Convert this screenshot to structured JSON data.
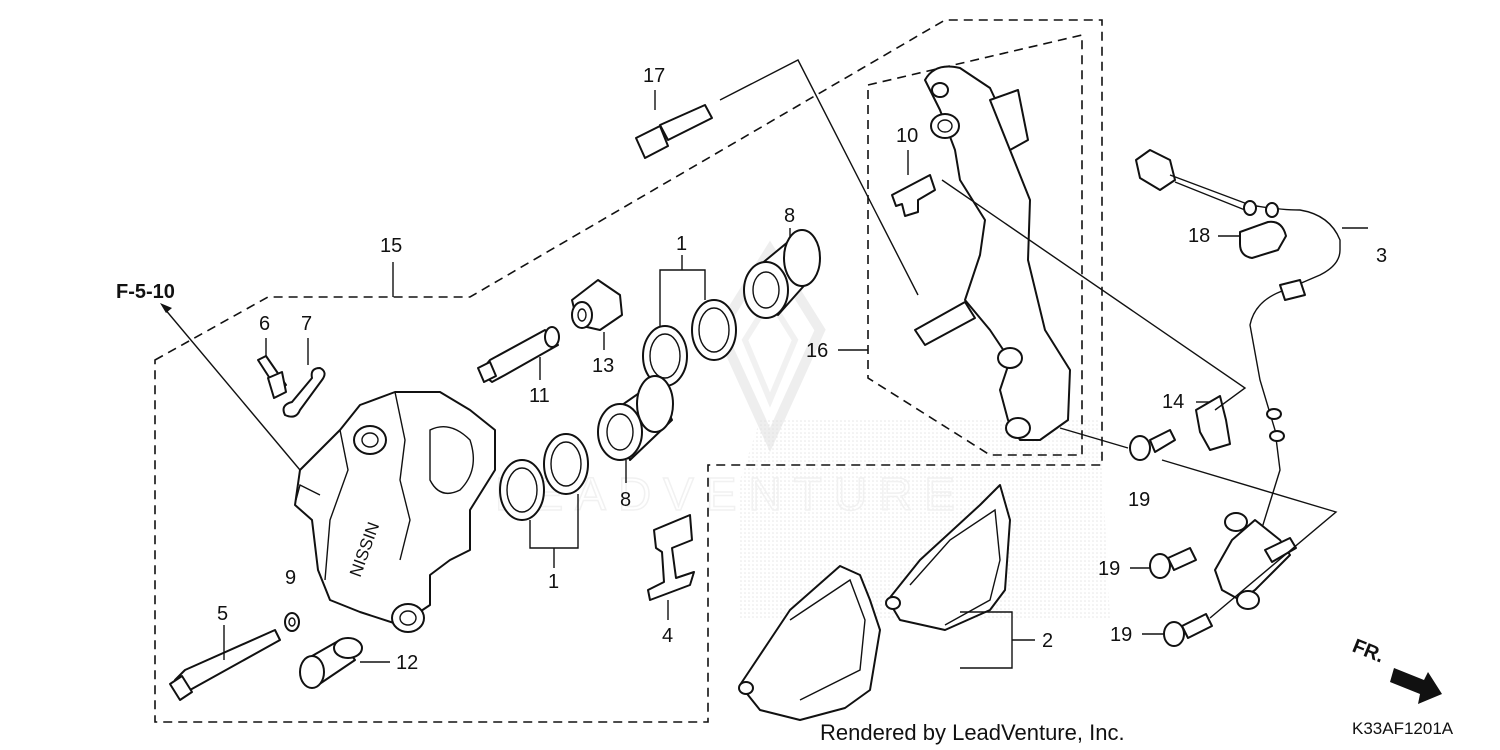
{
  "diagram": {
    "reference_label": "F-5-10",
    "callouts": {
      "c1_top": "1",
      "c1_bottom": "1",
      "c2": "2",
      "c3": "3",
      "c4": "4",
      "c5": "5",
      "c6": "6",
      "c7": "7",
      "c8_top": "8",
      "c8_bottom": "8",
      "c9": "9",
      "c10": "10",
      "c11": "11",
      "c12": "12",
      "c13": "13",
      "c14": "14",
      "c15": "15",
      "c16": "16",
      "c17": "17",
      "c18": "18",
      "c19_a": "19",
      "c19_b": "19",
      "c19_c": "19"
    },
    "caliper_marking": "NISSIN",
    "direction_label": "FR.",
    "footer_text": "Rendered by LeadVenture, Inc.",
    "part_code": "K33AF1201A",
    "watermark": "LEADVENTURE"
  }
}
